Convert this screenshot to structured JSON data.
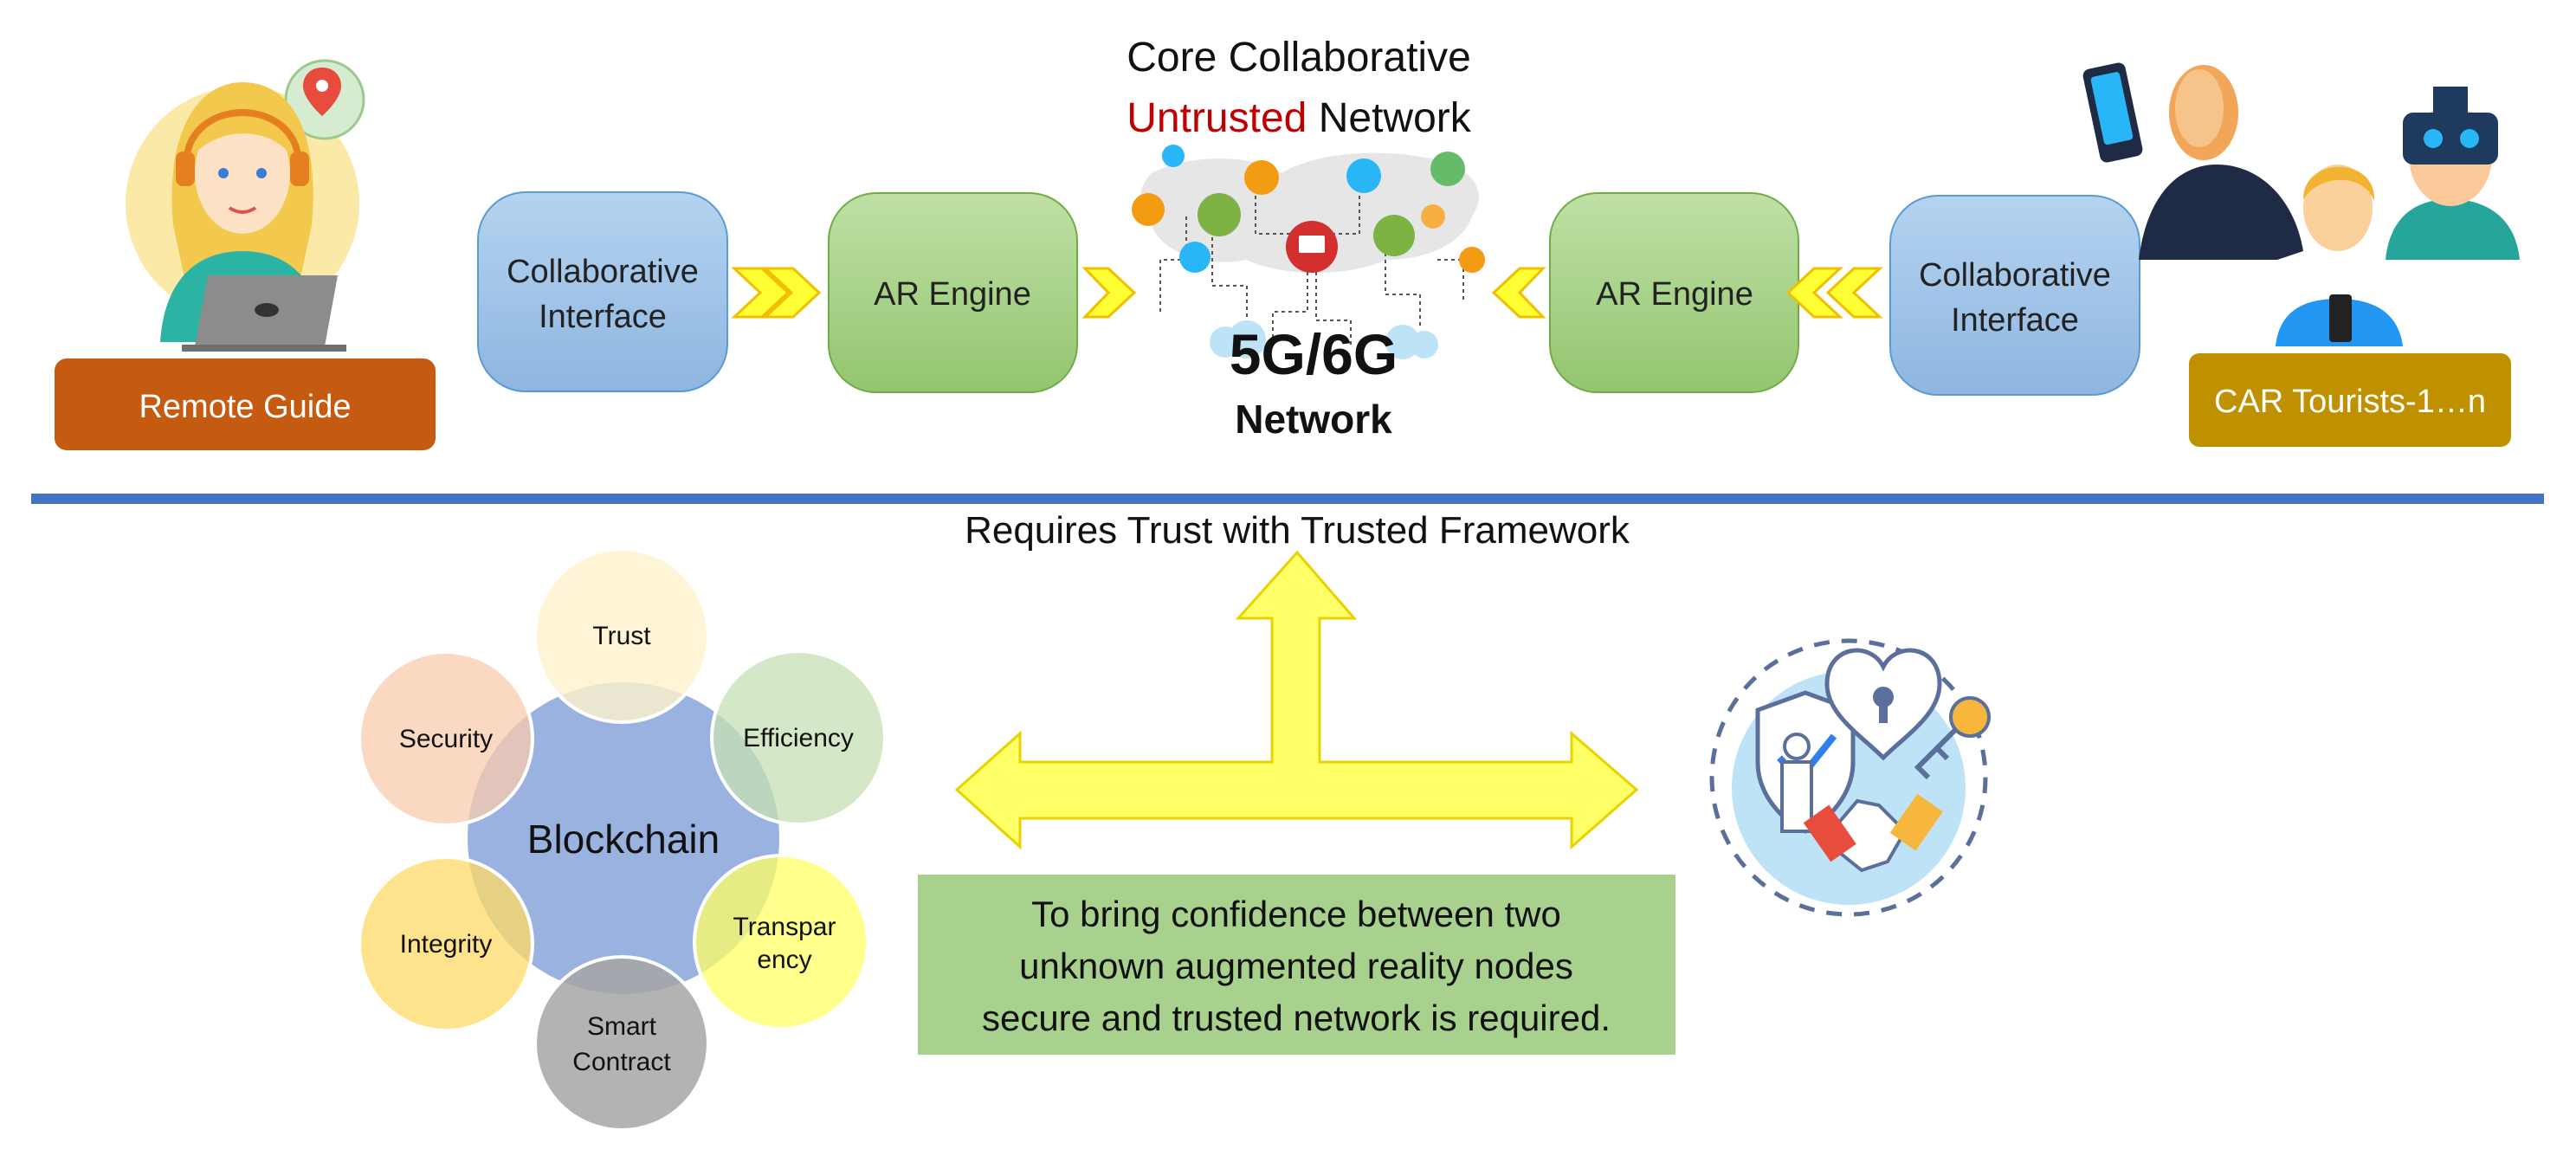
{
  "network": {
    "title_line1": "Core Collaborative",
    "untrusted_word": "Untrusted",
    "network_word": "Network",
    "label_5g": "5G/6G",
    "label_network": "Network"
  },
  "left_side": {
    "collab_line1": "Collaborative",
    "collab_line2": "Interface",
    "ar_engine": "AR Engine",
    "actor_label": "Remote Guide"
  },
  "right_side": {
    "collab_line1": "Collaborative",
    "collab_line2": "Interface",
    "ar_engine": "AR Engine",
    "actor_label": "CAR Tourists-1…n"
  },
  "trust": {
    "heading": "Requires Trust with Trusted Framework",
    "note_line1": "To bring confidence between two",
    "note_line2": "unknown augmented reality nodes",
    "note_line3": "secure and trusted network is required."
  },
  "blockchain": {
    "center": "Blockchain",
    "trust": "Trust",
    "efficiency": "Efficiency",
    "transparency_line1": "Transpar",
    "transparency_line2": "ency",
    "smart_line1": "Smart",
    "smart_line2": "Contract",
    "integrity": "Integrity",
    "security": "Security"
  },
  "colors": {
    "blue_box": "#9dc3e6",
    "green_box": "#a9d18e",
    "remote_guide": "#c55a11",
    "car_tourists": "#bf9000",
    "divider": "#4472c4",
    "arrow_fill": "#ffff66",
    "note_box": "#a9d18e",
    "untrusted_red": "#c00000"
  }
}
